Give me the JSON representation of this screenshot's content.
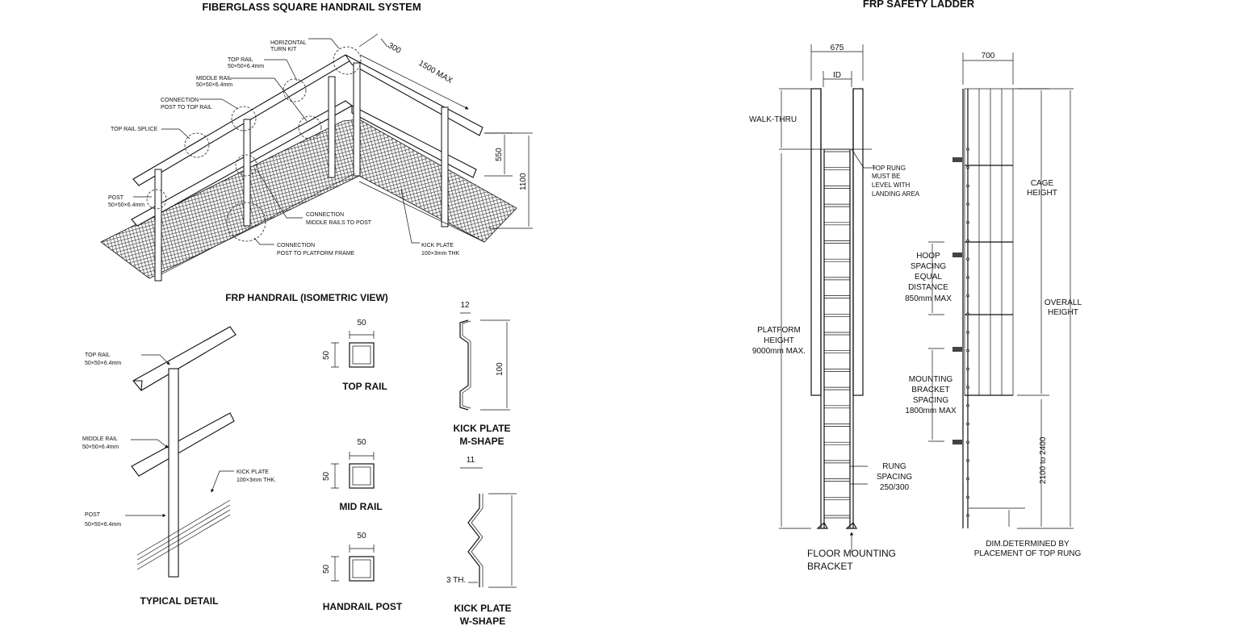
{
  "left": {
    "title": "FIBERGLASS SQUARE HANDRAIL SYSTEM",
    "iso_caption": "FRP HANDRAIL (ISOMETRIC VIEW)",
    "iso_labels": {
      "horizontal_turn_kit": [
        "HORIZONTAL",
        "TURN KIT"
      ],
      "top_rail": [
        "TOP RAIL",
        "50×50×6.4mm"
      ],
      "middle_rail": [
        "MIDDLE RAIL",
        "50×50×6.4mm"
      ],
      "connection_post_top_rail": [
        "CONNECTION",
        "POST TO TOP RAIL"
      ],
      "top_rail_splice": "TOP RAIL SPLICE",
      "post": [
        "POST",
        "50×50×6.4mm"
      ],
      "connection_middle_rails": [
        "CONNECTION",
        "MIDDLE RAILS TO POST"
      ],
      "connection_platform": [
        "CONNECTION",
        "POST TO PLATFORM FRAME"
      ],
      "kick_plate": [
        "KICK PLATE",
        "100×3mm THK"
      ]
    },
    "iso_dims": {
      "d300": "300",
      "d1500": "1500 MAX",
      "d550": "550",
      "d1100": "1100"
    },
    "typical": {
      "caption": "TYPICAL DETAIL",
      "top_rail": [
        "TOP RAIL",
        "50×50×6.4mm"
      ],
      "middle_rail": [
        "MIDDLE RAIL",
        "50×50×6.4mm"
      ],
      "kick_plate": [
        "KICK PLATE",
        "100×3mm THK."
      ],
      "post": [
        "POST",
        "50×50×6.4mm"
      ]
    },
    "sections": [
      {
        "label": "TOP RAIL",
        "w": "50",
        "h": "50"
      },
      {
        "label": "MID RAIL",
        "w": "50",
        "h": "50"
      },
      {
        "label": "HANDRAIL POST",
        "w": "50",
        "h": "50"
      }
    ],
    "kick_m": {
      "label": [
        "KICK PLATE",
        "M-SHAPE"
      ],
      "dim_w": "12",
      "dim_h": "100"
    },
    "kick_w": {
      "label": [
        "KICK PLATE",
        "W-SHAPE"
      ],
      "dim_w": "11",
      "dim_t": "3 TH."
    }
  },
  "right": {
    "title": "FRP SAFETY LADDER",
    "dims": {
      "width": "675",
      "id": "ID",
      "cage_width": "700",
      "bottom": "2100 to 2400"
    },
    "labels": {
      "walk_thru": "WALK-THRU",
      "top_rung": [
        "TOP RUNG",
        "MUST BE",
        "LEVEL WITH",
        "LANDING AREA"
      ],
      "platform_height": [
        "PLATFORM",
        "HEIGHT",
        "9000mm MAX."
      ],
      "rung_spacing": [
        "RUNG",
        "SPACING",
        "250/300"
      ],
      "floor_bracket": [
        "FLOOR MOUNTING",
        "BRACKET"
      ],
      "cage_height": [
        "CAGE",
        "HEIGHT"
      ],
      "hoop_spacing": [
        "HOOP",
        "SPACING",
        "EQUAL",
        "DISTANCE",
        "850mm MAX"
      ],
      "overall_height": [
        "OVERALL",
        "HEIGHT"
      ],
      "mounting_bracket": [
        "MOUNTING",
        "BRACKET",
        "SPACING",
        "1800mm MAX"
      ],
      "dim_determined": [
        "DIM.DETERMINED BY",
        "PLACEMENT OF TOP RUNG"
      ]
    }
  }
}
